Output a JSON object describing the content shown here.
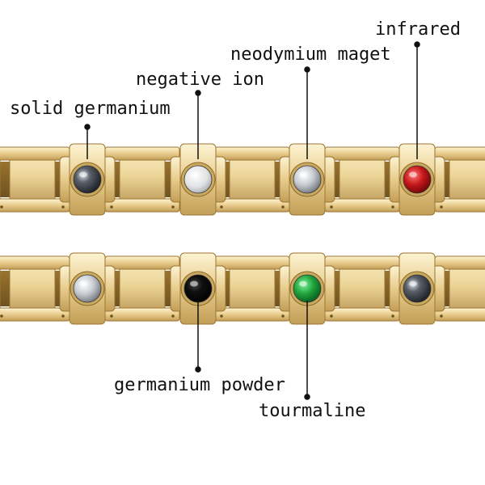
{
  "labels": {
    "solid_germanium": "solid germanium",
    "negative_ion": "negative ion",
    "neodymium": "neodymium maget",
    "infrared": "infrared",
    "germanium_powder": "germanium powder",
    "tourmaline": "tourmaline"
  },
  "stones": {
    "top": [
      {
        "name": "solid-germanium",
        "kind": "hematite"
      },
      {
        "name": "negative-ion",
        "kind": "white"
      },
      {
        "name": "neodymium",
        "kind": "silver"
      },
      {
        "name": "infrared",
        "kind": "red"
      }
    ],
    "bottom": [
      {
        "name": "silver",
        "kind": "silver"
      },
      {
        "name": "germanium-powder",
        "kind": "black"
      },
      {
        "name": "tourmaline",
        "kind": "green"
      },
      {
        "name": "hematite",
        "kind": "hematite"
      }
    ]
  },
  "colors": {
    "gold_light": "#f6e4a6",
    "gold_mid": "#e0c27a",
    "gold_dark": "#a27a36",
    "red": "#c5171a",
    "green": "#1fa23c",
    "black": "#0f0f0f",
    "silver": "#c9cdd2",
    "white": "#e2e3e5",
    "hematite": "#3a3e46"
  }
}
